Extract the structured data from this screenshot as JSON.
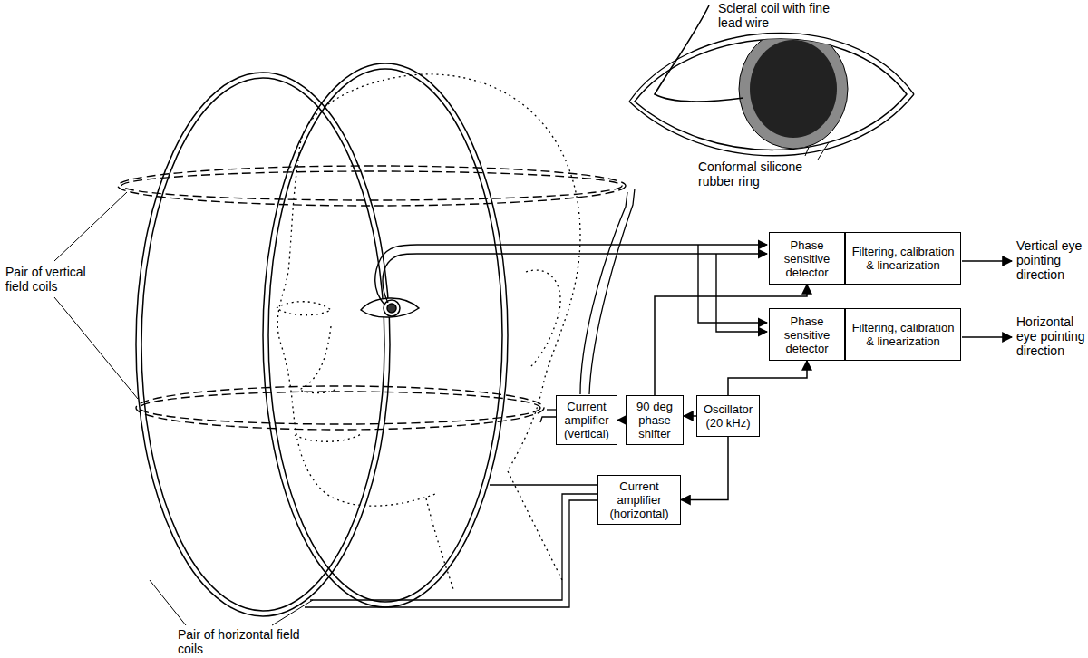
{
  "diagram": {
    "nodes": [
      {
        "text": [
          "Phase sensitive detector"
        ]
      },
      {
        "text": [
          "Filtering, calibration & linearization"
        ]
      },
      {
        "text": [
          "Phase sensitive detector"
        ]
      },
      {
        "text": [
          "Filtering, calibration & linearization"
        ]
      },
      {
        "text": [
          "Current amplifier (vertical)"
        ]
      },
      {
        "text": [
          "90 deg phase shifter"
        ]
      },
      {
        "text": [
          "Oscillator (20 kHz)"
        ]
      },
      {
        "text": [
          "Current amplifier (horizontal)"
        ]
      }
    ],
    "edges": [
      {
        "from": 6,
        "to": 5,
        "arrow": "to"
      },
      {
        "from": 5,
        "to": 4,
        "arrow": "to"
      },
      {
        "from": 6,
        "to": 2,
        "arrow": "to"
      },
      {
        "from": 5,
        "to": 0,
        "arrow": "to"
      },
      {
        "from": 6,
        "to": 7,
        "arrow": "to"
      }
    ],
    "labels": [
      "Scleral coil with fine lead wire",
      "Conformal silicone rubber ring",
      "Pair of vertical field coils",
      "Pair of horizontal field coils",
      "Vertical eye pointing direction",
      "Horizontal eye pointing direction"
    ]
  }
}
